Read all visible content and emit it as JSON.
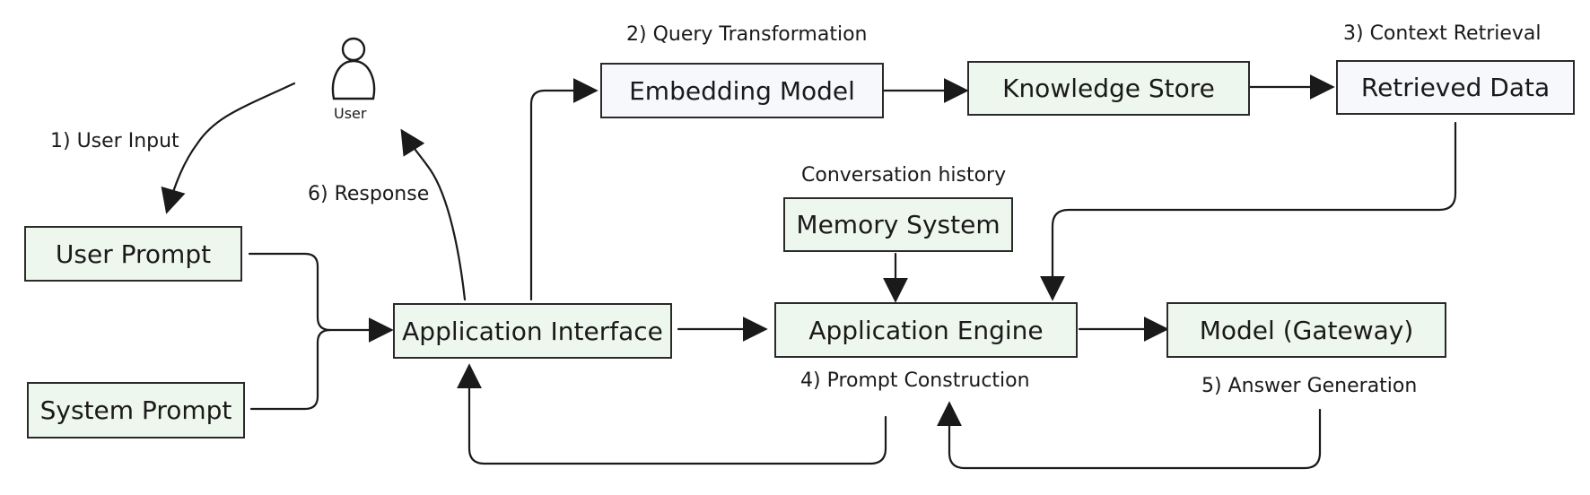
{
  "nodes": {
    "user_prompt": "User Prompt",
    "system_prompt": "System Prompt",
    "application_interface": "Application Interface",
    "embedding_model": "Embedding Model",
    "knowledge_store": "Knowledge Store",
    "retrieved_data": "Retrieved Data",
    "memory_system": "Memory System",
    "application_engine": "Application Engine",
    "model_gateway": "Model (Gateway)"
  },
  "actor": {
    "label": "User"
  },
  "steps": {
    "user_input": "1) User Input",
    "query_transformation": "2) Query Transformation",
    "context_retrieval": "3) Context Retrieval",
    "prompt_construction": "4) Prompt Construction",
    "answer_generation": "5) Answer Generation",
    "response": "6) Response",
    "conversation_history": "Conversation history"
  },
  "colors": {
    "node_green_fill": "#eef7ee",
    "node_plain_fill": "#f6f8fb",
    "stroke": "#1a1a1a"
  }
}
